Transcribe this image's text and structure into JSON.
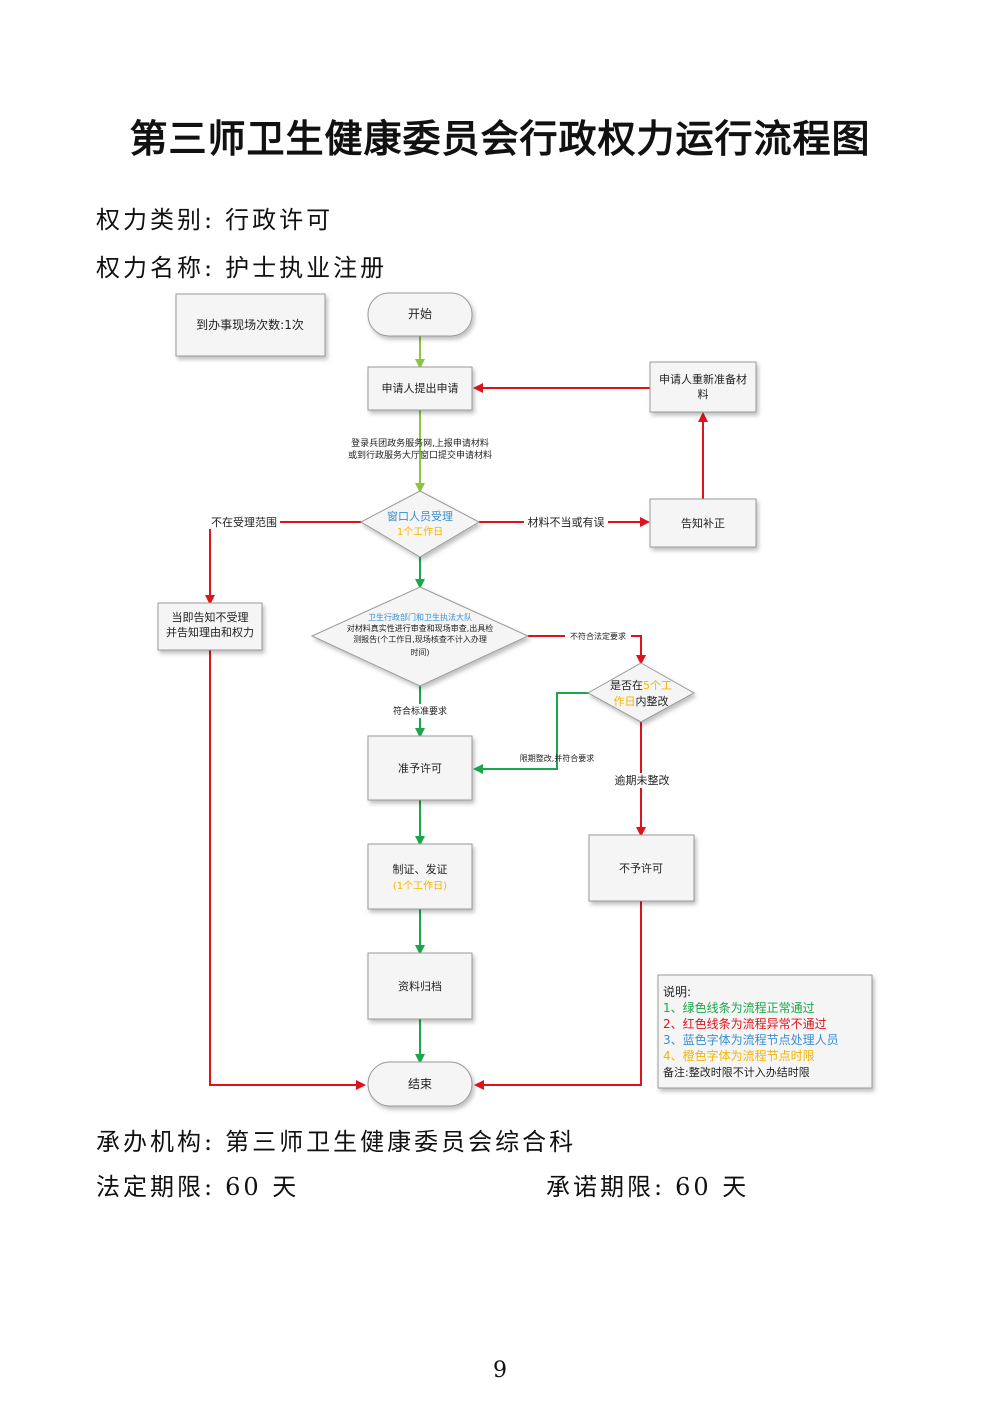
{
  "title": "第三师卫生健康委员会行政权力运行流程图",
  "meta": {
    "category_label": "权力类别:",
    "category_value": "行政许可",
    "name_label": "权力名称:",
    "name_value": "护士执业注册",
    "agency_label": "承办机构:",
    "agency_value": "第三师卫生健康委员会综合科",
    "legal_label": "法定期限:",
    "legal_value": "60 天",
    "promise_label": "承诺期限:",
    "promise_value": "60 天"
  },
  "diagram": {
    "visits": "到办事现场次数:1次",
    "start": "开始",
    "apply": "申请人提出申请",
    "reprepare_l1": "申请人重新准备材",
    "reprepare_l2": "料",
    "submit_note_l1": "登录兵团政务服务网,上报申请材料",
    "submit_note_l2": "或到行政服务大厅窗口提交申请材料",
    "accept_l1": "窗口人员受理",
    "accept_l2": "1个工作日",
    "not_in_scope": "不在受理范围",
    "materials_wrong": "材料不当或有误",
    "notify_supplement": "告知补正",
    "notify_reject_l1": "当即告知不受理",
    "notify_reject_l2": "并告知理由和权力",
    "review_l1": "卫生行政部门和卫生执法大队",
    "review_l2": "对材料真实性进行审查和现场审查,出具检",
    "review_l3": "测报告(个工作日,现场核查不计入办理",
    "review_l4": "时间)",
    "not_meet_legal": "不符合法定要求",
    "rectify_l1_a": "是否在",
    "rectify_l1_b": "5个工",
    "rectify_l2_a": "作日",
    "rectify_l2_b": "内整改",
    "meets_std": "符合标准要求",
    "rectified_ok": "限期整改,并符合要求",
    "overdue": "逾期未整改",
    "grant": "准予许可",
    "deny": "不予许可",
    "issue_l1": "制证、发证",
    "issue_l2": "(1个工作日)",
    "archive": "资料归档",
    "end": "结束"
  },
  "legend": {
    "title": "说明:",
    "items": [
      "1、绿色线条为流程正常通过",
      "2、红色线条为流程异常不通过",
      "3、蓝色字体为流程节点处理人员",
      "4、橙色字体为流程节点时限"
    ],
    "note": "备注:整改时限不计入办结时限"
  },
  "colors": {
    "green": "#1aa64a",
    "lightgreen": "#8cc63f",
    "red": "#e0121b",
    "blue": "#3a8fd0",
    "orange": "#f5b400"
  },
  "page_number": "9"
}
